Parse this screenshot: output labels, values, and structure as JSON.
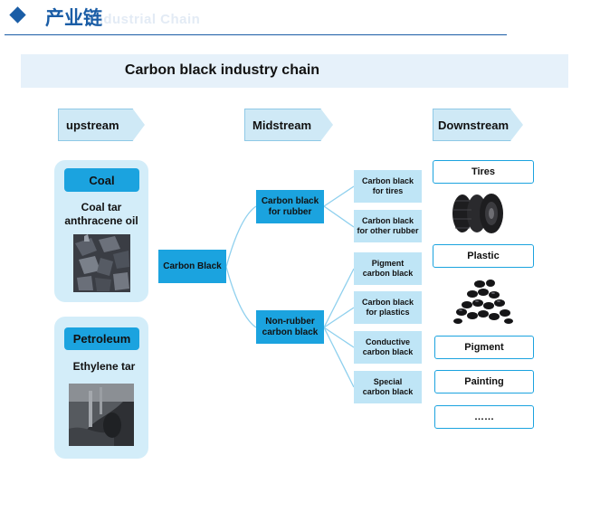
{
  "header": {
    "title": "产业链",
    "ghost_text": "Industrial Chain"
  },
  "banner": {
    "title": "Carbon black industry chain"
  },
  "stages": {
    "upstream": "upstream",
    "midstream": "Midstream",
    "downstream": "Downstream"
  },
  "upstream": {
    "coal": {
      "label": "Coal",
      "line1": "Coal tar",
      "line2": "anthracene oil"
    },
    "petroleum": {
      "label": "Petroleum",
      "line1": "Ethylene tar"
    }
  },
  "center": {
    "label": "Carbon Black"
  },
  "midstream": {
    "rubber": {
      "line1": "Carbon black",
      "line2": "for rubber"
    },
    "nonrubber": {
      "line1": "Non-rubber",
      "line2": "carbon black"
    }
  },
  "products": [
    {
      "line1": "Carbon black",
      "line2": "for tires"
    },
    {
      "line1": "Carbon black",
      "line2": "for other rubber"
    },
    {
      "line1": "Pigment",
      "line2": "carbon black"
    },
    {
      "line1": "Carbon black",
      "line2": "for plastics"
    },
    {
      "line1": "Conductive",
      "line2": "carbon black"
    },
    {
      "line1": "Special",
      "line2": "carbon black"
    }
  ],
  "downstream": {
    "tires": "Tires",
    "plastic": "Plastic",
    "pigment": "Pigment",
    "painting": "Painting",
    "more": "……"
  },
  "colors": {
    "accent": "#1a5da6",
    "box_blue": "#1ba3df",
    "box_light": "#bfe5f6",
    "panel": "#d3edf9"
  }
}
